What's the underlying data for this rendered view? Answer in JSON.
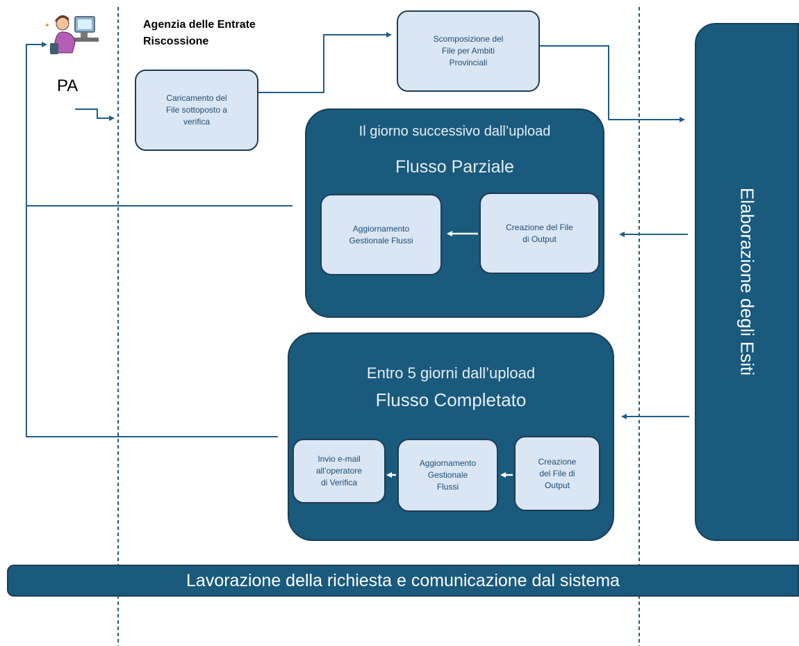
{
  "actor": {
    "label": "PA",
    "icon": "person-at-computer-icon"
  },
  "agency": {
    "title": "Agenzia delle Entrate\nRiscossione"
  },
  "steps": {
    "upload": "Caricamento del\nFile sottoposto a\nverifica",
    "split": "Scomposizione del\nFile per Ambiti\nProvinciali"
  },
  "partial_flow": {
    "header": "Il giorno successivo dall’upload",
    "title": "Flusso Parziale",
    "update_step": "Aggiornamento\nGestionale Flussi",
    "create_step": "Creazione del File\ndi Output"
  },
  "complete_flow": {
    "header": "Entro 5 giorni dall’upload",
    "title": "Flusso Completato",
    "email_step": "Invio e-mail\nall’operatore\ndi Verifica",
    "update_step": "Aggiornamento\nGestionale\nFlussi",
    "create_step": "Creazione\ndel File di\nOutput"
  },
  "outcomes": {
    "label": "Elaborazione degli Esiti"
  },
  "footer": {
    "label": "Lavorazione della richiesta e comunicazione dal sistema"
  },
  "colors": {
    "dark_panel": "#195a7d",
    "light_box": "#dae6f3",
    "connector": "#1f5f84"
  }
}
